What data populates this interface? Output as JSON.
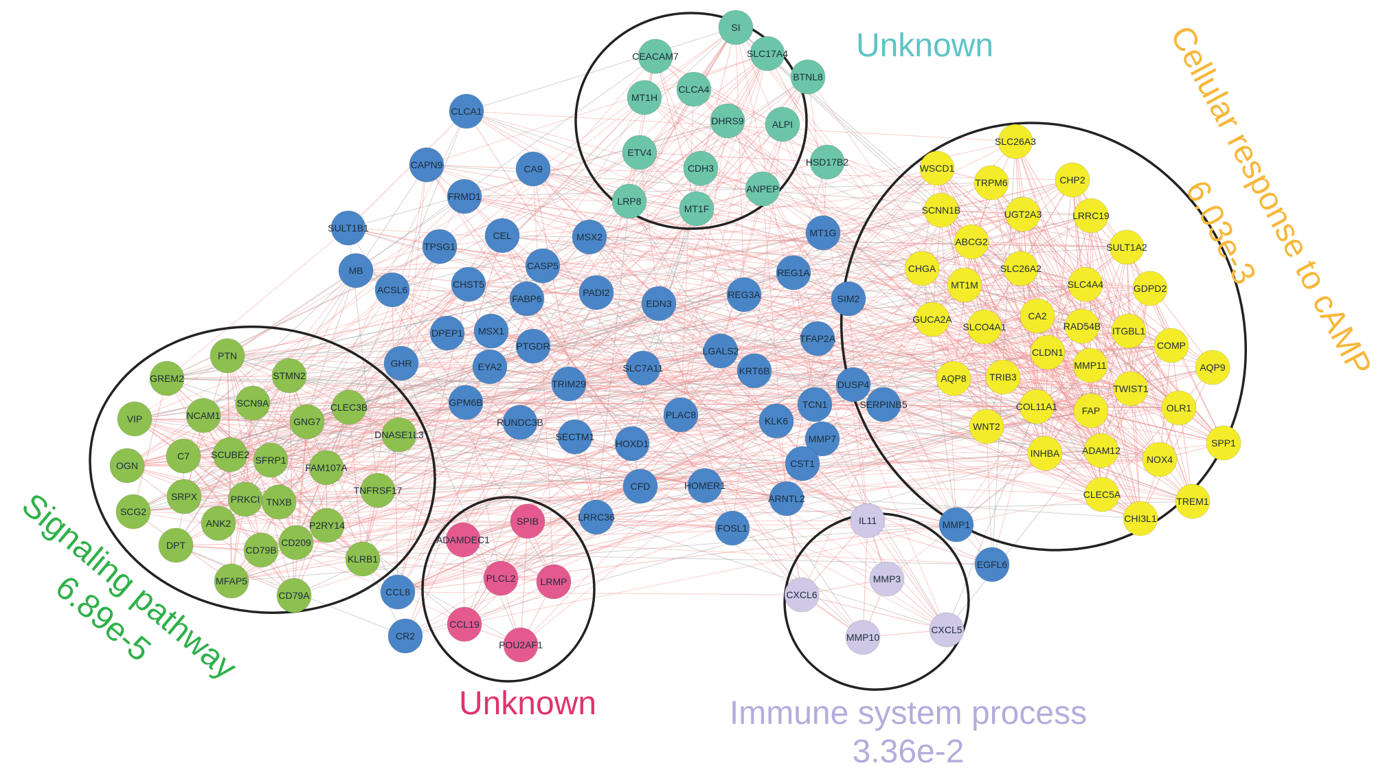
{
  "colors": {
    "blue": "#4a86c7",
    "teal": "#6cc5a8",
    "yellow": "#f4ec2b",
    "green": "#8dc04f",
    "pink": "#e45a8f",
    "lavender": "#cfc8e6",
    "edge_red": "#f08a8a",
    "edge_gray": "#9a9a9a",
    "ellipse": "#222222",
    "label_teal": "#5ec3c7",
    "label_orange": "#f7b73a",
    "label_green": "#2fb04a",
    "label_pink": "#e0336f",
    "label_lavender": "#b3addb"
  },
  "annotations": {
    "teal_name": "Unknown",
    "cellular_name": "Cellular response to cAMP",
    "cellular_p": "6.03e-3",
    "signaling_name": "Signaling pathway",
    "signaling_p": "6.89e-5",
    "pink_name": "Unknown",
    "immune_name": "Immune system process",
    "immune_p": "3.36e-2"
  },
  "nodes": {
    "blue": [
      "CLCA1",
      "CAPN9",
      "CA9",
      "FRMD1",
      "SULT1B1",
      "TPSG1",
      "CEL",
      "MSX2",
      "MT1G",
      "MB",
      "ACSL6",
      "CHST5",
      "CASP5",
      "REG1A",
      "FABP6",
      "PADI2",
      "EDN3",
      "REG3A",
      "SIM2",
      "DPEP1",
      "MSX1",
      "EYA2",
      "PTGDR",
      "GHR",
      "LGALS2",
      "TFAP2A",
      "SLC7A11",
      "TRIM29",
      "KRT6B",
      "GPM6B",
      "DUSP4",
      "SERPINB5",
      "RUNDC3B",
      "PLAC8",
      "TCN1",
      "KLK6",
      "SECTM1",
      "HOXD1",
      "MMP7",
      "CST1",
      "CFD",
      "HOMER1",
      "ARNTL2",
      "LRRC36",
      "FOSL1",
      "MMP1",
      "EGFL6",
      "CCL8",
      "CR2"
    ],
    "teal": [
      "SI",
      "CEACAM7",
      "SLC17A4",
      "BTNL8",
      "MT1H",
      "CLCA4",
      "DHRS9",
      "ALPI",
      "ETV4",
      "CDH3",
      "HSD17B2",
      "ANPEP",
      "LRP8",
      "MT1F"
    ],
    "yellow": [
      "SLC26A3",
      "WSCD1",
      "TRPM6",
      "CHP2",
      "SCNN1B",
      "UGT2A3",
      "LRRC19",
      "ABCG2",
      "SULT1A2",
      "CHGA",
      "SLC26A2",
      "MT1M",
      "SLC4A4",
      "GDPD2",
      "GUCA2A",
      "CA2",
      "SLCO4A1",
      "RAD54B",
      "ITGBL1",
      "COMP",
      "CLDN1",
      "AQP9",
      "AQP8",
      "TRIB3",
      "MMP11",
      "TWIST1",
      "COL11A1",
      "OLR1",
      "FAP",
      "WNT2",
      "INHBA",
      "ADAM12",
      "SPP1",
      "NOX4",
      "CLEC5A",
      "TREM1",
      "CHI3L1"
    ],
    "green": [
      "PTN",
      "GREM2",
      "STMN2",
      "SCN9A",
      "NCAM1",
      "VIP",
      "CLEC3B",
      "GNG7",
      "DNASE1L3",
      "C7",
      "SCUBE2",
      "SFRP1",
      "OGN",
      "FAM107A",
      "SRPX",
      "PRKCI",
      "TNFRSF17",
      "TNXB",
      "SCG2",
      "ANK2",
      "P2RY14",
      "DPT",
      "CD209",
      "CD79B",
      "KLRB1",
      "MFAP5",
      "CD79A"
    ],
    "pink": [
      "SPIB",
      "ADAMDEC1",
      "PLCL2",
      "LRMP",
      "CCL19",
      "POU2AF1"
    ],
    "lavender": [
      "IL11",
      "MMP3",
      "CXCL6",
      "CXCL5",
      "MMP10"
    ]
  }
}
